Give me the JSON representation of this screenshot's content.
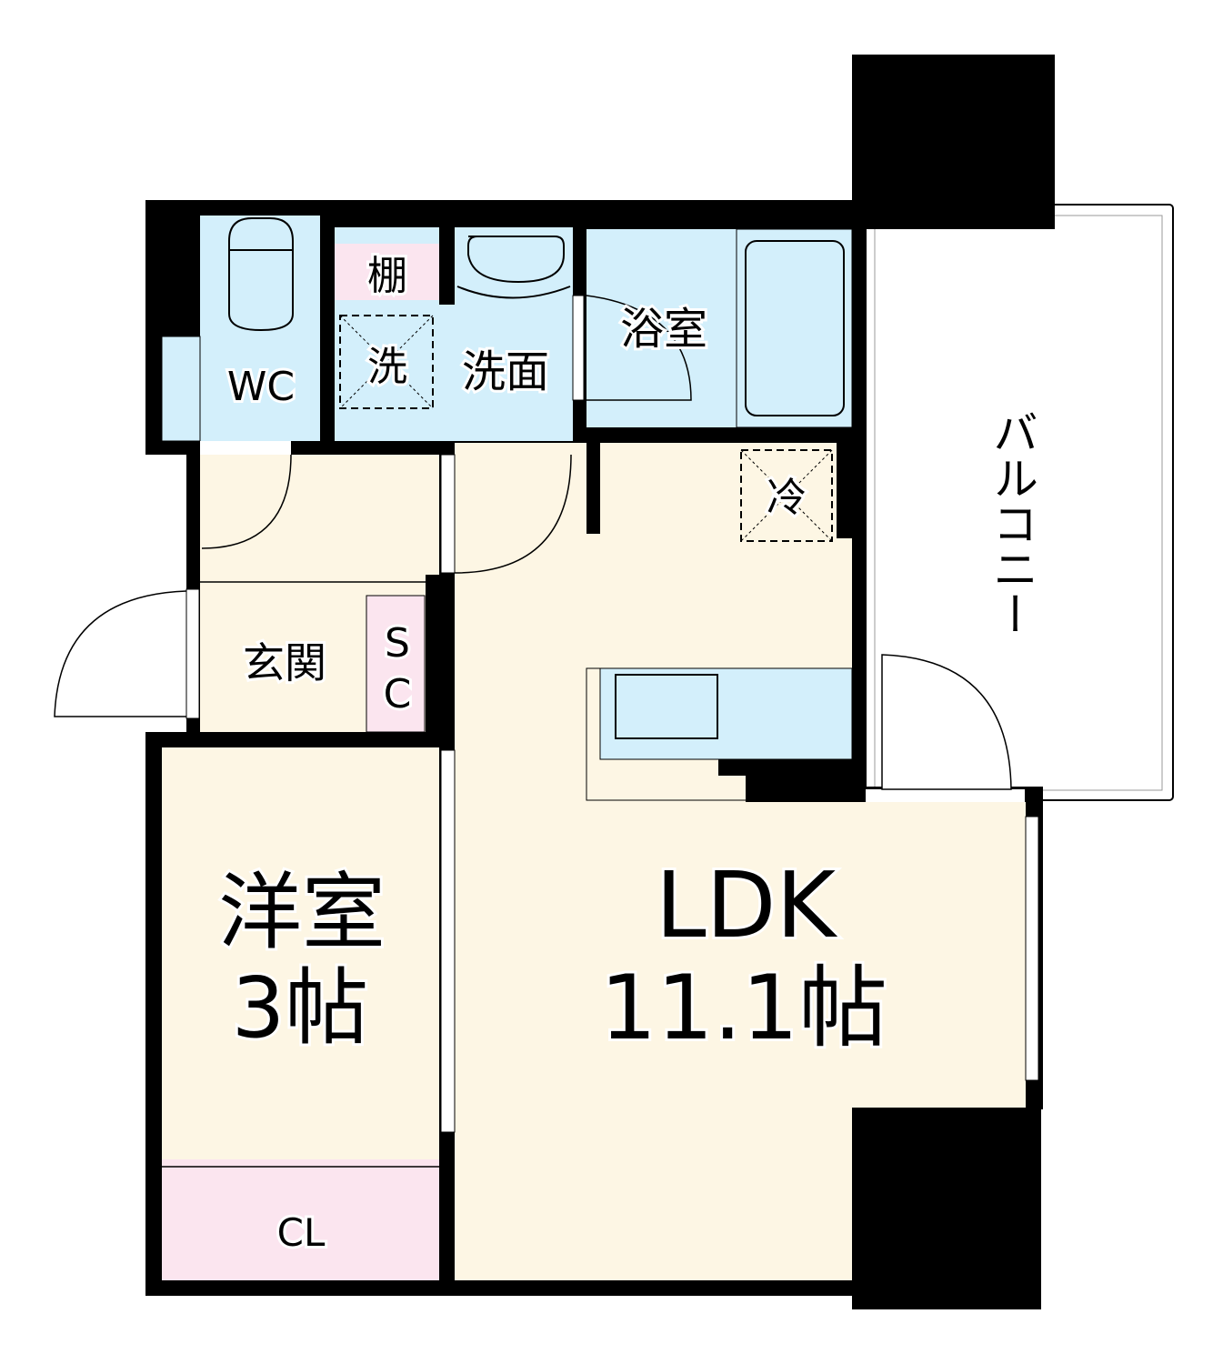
{
  "colors": {
    "wet_area": "#d3effb",
    "living_area": "#fdf6e4",
    "storage": "#fbe5ef",
    "wall": "#000000"
  },
  "rooms": {
    "wc": "WC",
    "shelf": "棚",
    "washer": "洗",
    "washroom": "洗面",
    "bath": "浴室",
    "fridge": "冷",
    "balcony": "バルコニー",
    "entrance": "玄関",
    "shoe_closet": [
      "S",
      "C"
    ],
    "western_room": {
      "name": "洋室",
      "size": "3帖"
    },
    "ldk": {
      "name": "LDK",
      "size": "11.1帖"
    },
    "closet": "CL"
  }
}
